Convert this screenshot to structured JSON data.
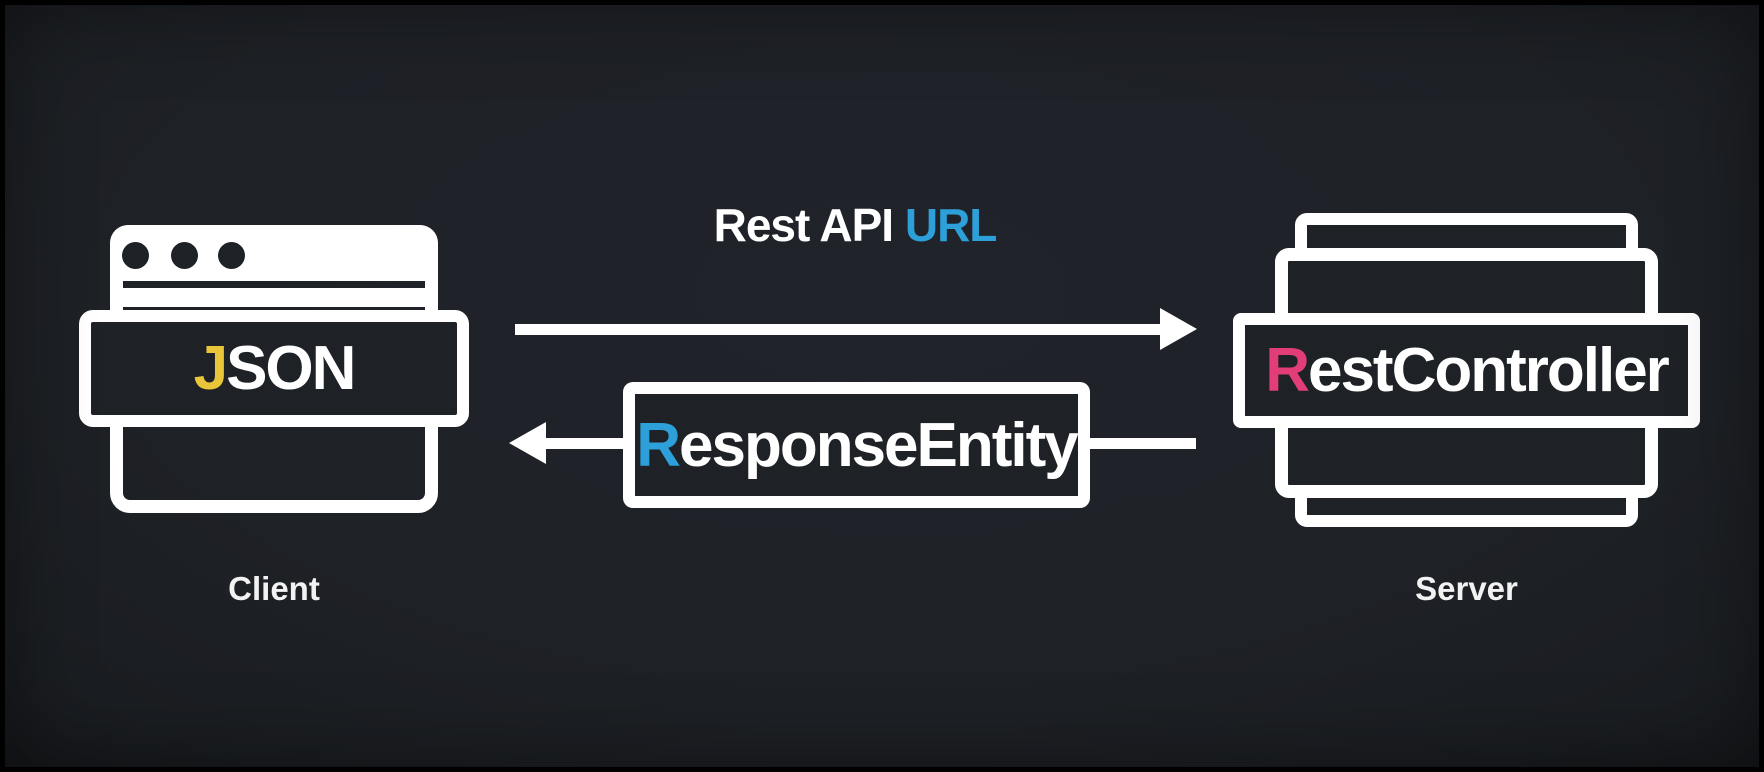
{
  "colors": {
    "background": "#1e2126",
    "stroke": "#ffffff",
    "accent_yellow": "#e9c53a",
    "accent_pink": "#e23d77",
    "accent_blue": "#2d9fd9"
  },
  "client": {
    "icon": "browser-window-icon",
    "box_accent": "J",
    "box_rest": "SON",
    "caption": "Client"
  },
  "request_arrow": {
    "label_main": "Rest API",
    "label_accent": "URL"
  },
  "response_arrow": {
    "box_accent": "R",
    "box_rest": "esponseEntity"
  },
  "server": {
    "icon": "server-stack-icon",
    "box_accent": "R",
    "box_rest": "estController",
    "caption": "Server"
  }
}
